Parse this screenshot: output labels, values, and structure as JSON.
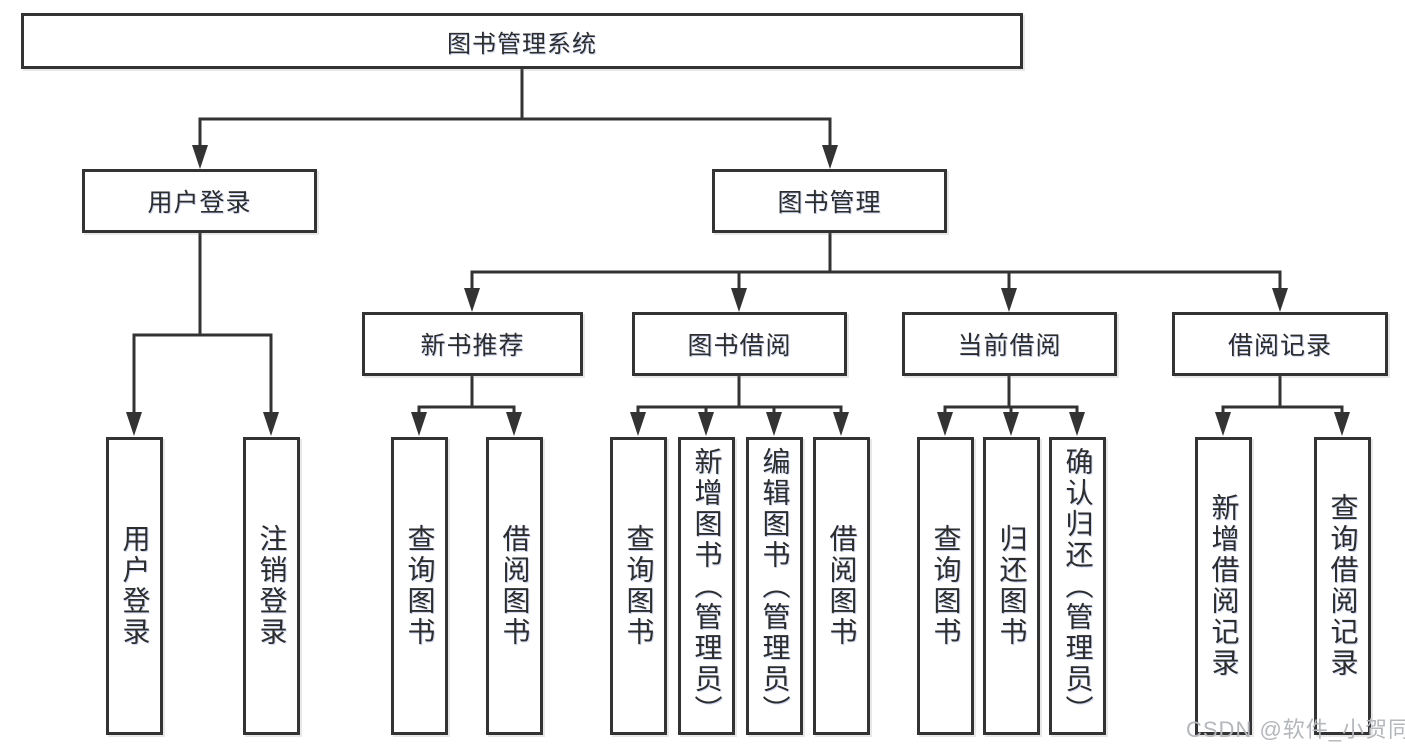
{
  "diagram": {
    "title": "图书管理系统",
    "tree": {
      "root": {
        "label": "图书管理系统"
      },
      "branches": [
        {
          "label": "用户登录",
          "children": [
            {
              "label": "用户登录"
            },
            {
              "label": "注销登录"
            }
          ]
        },
        {
          "label": "图书管理",
          "children": [
            {
              "label": "新书推荐",
              "children": [
                {
                  "label": "查询图书"
                },
                {
                  "label": "借阅图书"
                }
              ]
            },
            {
              "label": "图书借阅",
              "children": [
                {
                  "label": "查询图书"
                },
                {
                  "label": "新增图书（管理员）"
                },
                {
                  "label": "编辑图书（管理员）"
                },
                {
                  "label": "借阅图书"
                }
              ]
            },
            {
              "label": "当前借阅",
              "children": [
                {
                  "label": "查询图书"
                },
                {
                  "label": "归还图书"
                },
                {
                  "label": "确认归还（管理员）"
                }
              ]
            },
            {
              "label": "借阅记录",
              "children": [
                {
                  "label": "新增借阅记录"
                },
                {
                  "label": "查询借阅记录"
                }
              ]
            }
          ]
        }
      ]
    },
    "colors": {
      "line": "#333333",
      "box_border": "#333333",
      "box_fill": "#ffffff",
      "text": "#2d2d2d",
      "watermark": "#b4b7bb"
    },
    "watermark": {
      "text": "CSDN @软件_小贺同学"
    }
  }
}
